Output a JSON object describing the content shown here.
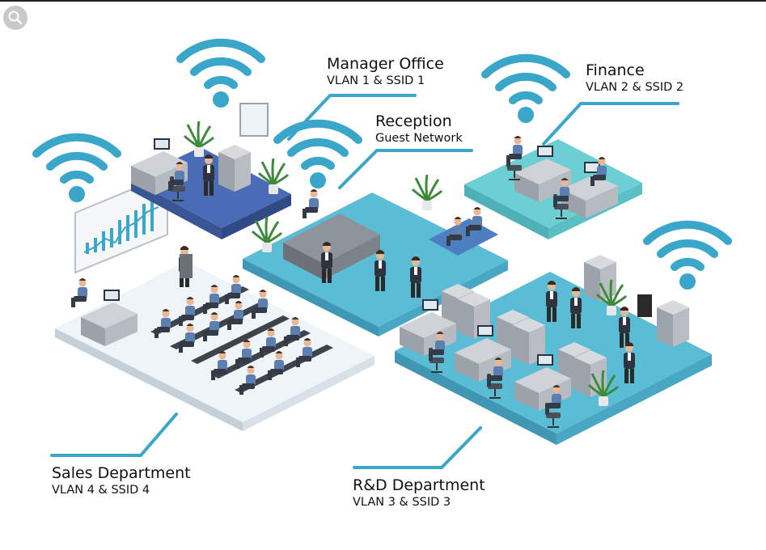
{
  "colors": {
    "accent": "#3aa6c9",
    "wifi": "#3aa6c9",
    "floor_blue": "#4a6bb5",
    "floor_cyan": "#5bbcd6",
    "floor_teal": "#6ccfd3",
    "floor_white": "#eef4f8"
  },
  "icons": {
    "search": "search-icon",
    "wifi": "wifi-icon"
  },
  "labels": {
    "manager": {
      "title": "Manager Office",
      "sub": "VLAN 1 & SSID 1"
    },
    "finance": {
      "title": "Finance",
      "sub": "VLAN 2 & SSID 2"
    },
    "reception": {
      "title": "Reception",
      "sub": "Guest Network"
    },
    "sales": {
      "title": "Sales Department",
      "sub": "VLAN 4 & SSID 4"
    },
    "rnd": {
      "title": "R&D Department",
      "sub": "VLAN 3 & SSID 3"
    }
  }
}
